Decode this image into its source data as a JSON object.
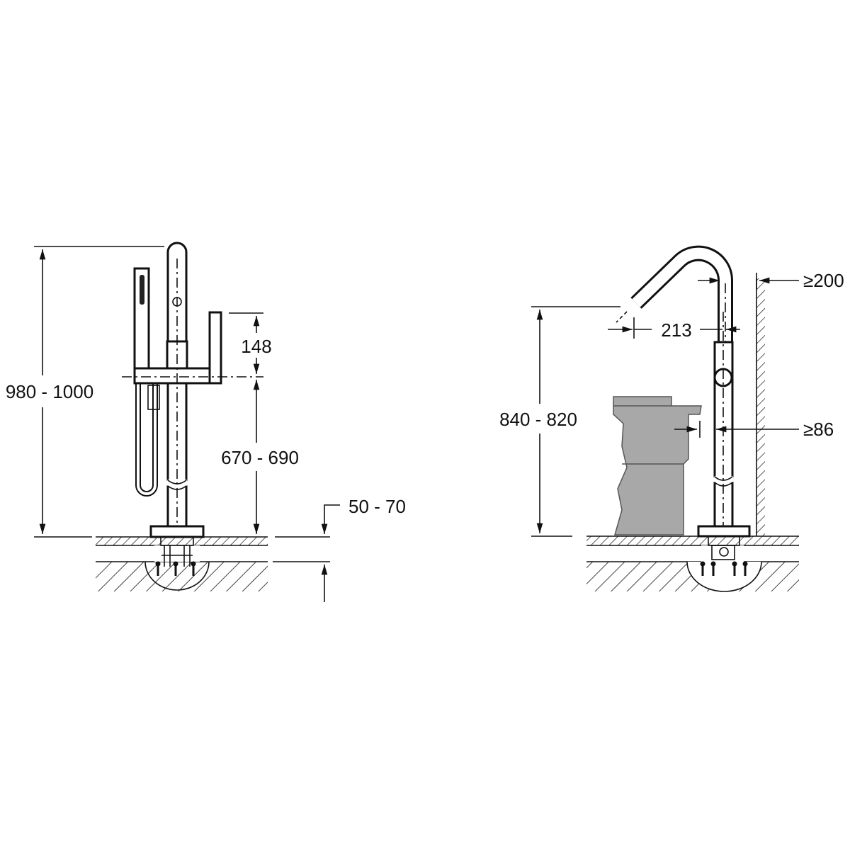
{
  "left_view": {
    "total_height": "980 - 1000",
    "handle_height": "148",
    "body_height": "670 - 690",
    "floor_depth": "50 - 70"
  },
  "right_view": {
    "spout_height": "840 - 820",
    "spout_reach": "213",
    "wall_clearance": "≥200",
    "bidet_clearance": "≥86"
  },
  "colors": {
    "line": "#111111",
    "bidet_fill": "#a8a8a8",
    "background": "#ffffff"
  }
}
